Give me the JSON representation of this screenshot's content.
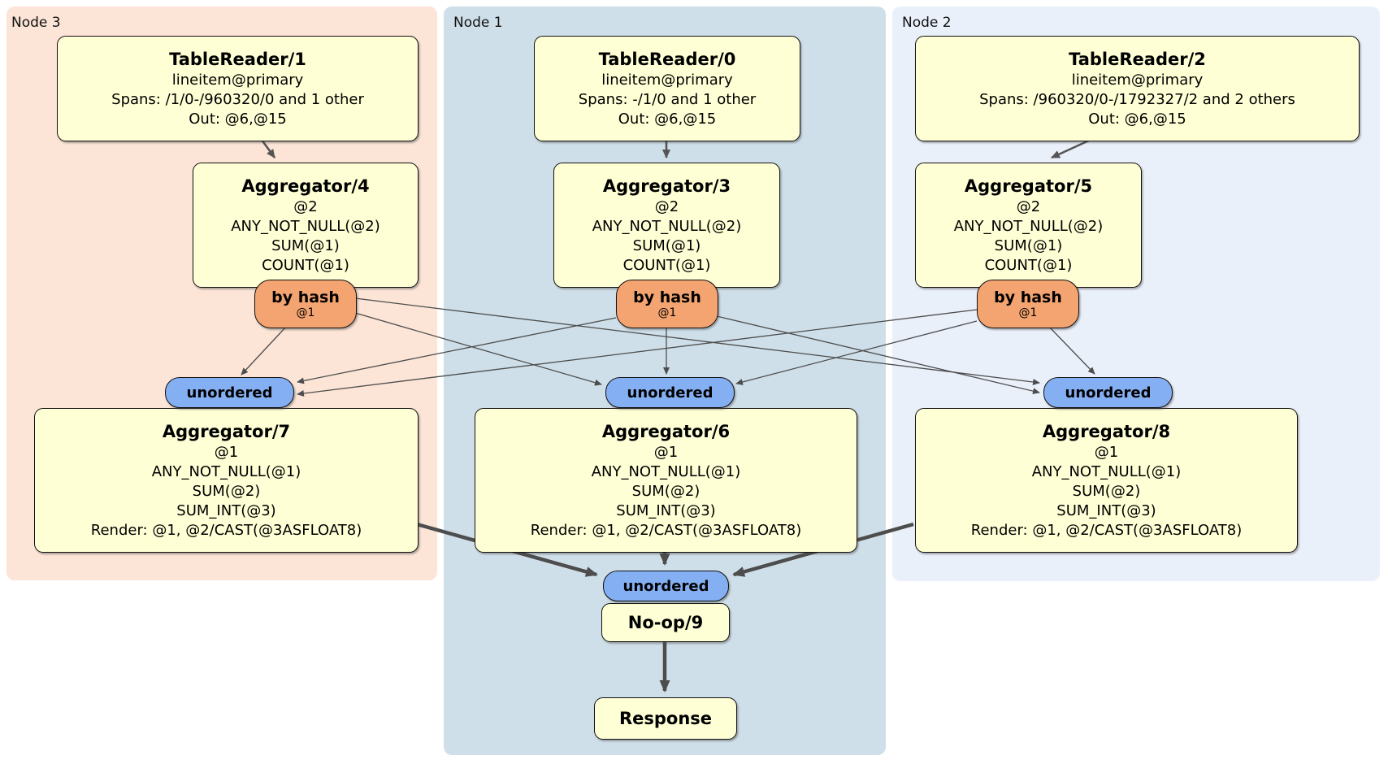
{
  "diagram": {
    "node_groups": [
      {
        "label": "Node 3",
        "table_reader": {
          "title": "TableReader/1",
          "index": "lineitem@primary",
          "spans": "Spans: /1/0-/960320/0 and 1 other",
          "out": "Out: @6,@15"
        },
        "aggregator_top": {
          "title": "Aggregator/4",
          "lines": [
            "@2",
            "ANY_NOT_NULL(@2)",
            "SUM(@1)",
            "COUNT(@1)"
          ]
        },
        "router": {
          "label": "by hash",
          "key": "@1"
        },
        "stream_sync": "unordered",
        "aggregator_bottom": {
          "title": "Aggregator/7",
          "lines": [
            "@1",
            "ANY_NOT_NULL(@1)",
            "SUM(@2)",
            "SUM_INT(@3)",
            "Render: @1, @2/CAST(@3ASFLOAT8)"
          ]
        }
      },
      {
        "label": "Node 1",
        "table_reader": {
          "title": "TableReader/0",
          "index": "lineitem@primary",
          "spans": "Spans: -/1/0 and 1 other",
          "out": "Out: @6,@15"
        },
        "aggregator_top": {
          "title": "Aggregator/3",
          "lines": [
            "@2",
            "ANY_NOT_NULL(@2)",
            "SUM(@1)",
            "COUNT(@1)"
          ]
        },
        "router": {
          "label": "by hash",
          "key": "@1"
        },
        "stream_sync": "unordered",
        "aggregator_bottom": {
          "title": "Aggregator/6",
          "lines": [
            "@1",
            "ANY_NOT_NULL(@1)",
            "SUM(@2)",
            "SUM_INT(@3)",
            "Render: @1, @2/CAST(@3ASFLOAT8)"
          ]
        }
      },
      {
        "label": "Node 2",
        "table_reader": {
          "title": "TableReader/2",
          "index": "lineitem@primary",
          "spans": "Spans: /960320/0-/1792327/2 and 2 others",
          "out": "Out: @6,@15"
        },
        "aggregator_top": {
          "title": "Aggregator/5",
          "lines": [
            "@2",
            "ANY_NOT_NULL(@2)",
            "SUM(@1)",
            "COUNT(@1)"
          ]
        },
        "router": {
          "label": "by hash",
          "key": "@1"
        },
        "stream_sync": "unordered",
        "aggregator_bottom": {
          "title": "Aggregator/8",
          "lines": [
            "@1",
            "ANY_NOT_NULL(@1)",
            "SUM(@2)",
            "SUM_INT(@3)",
            "Render: @1, @2/CAST(@3ASFLOAT8)"
          ]
        }
      }
    ],
    "final_stage": {
      "sync": "unordered",
      "noop": "No-op/9",
      "response": "Response"
    },
    "colors": {
      "node3_bg": "#fce4d6",
      "node1_bg": "#cfdfe9",
      "node2_bg": "#eaf0fa",
      "processor_fill": "#ffffd6",
      "router_fill": "#f4a470",
      "sync_fill": "#84aff2",
      "edge": "#4d4d4d"
    }
  }
}
